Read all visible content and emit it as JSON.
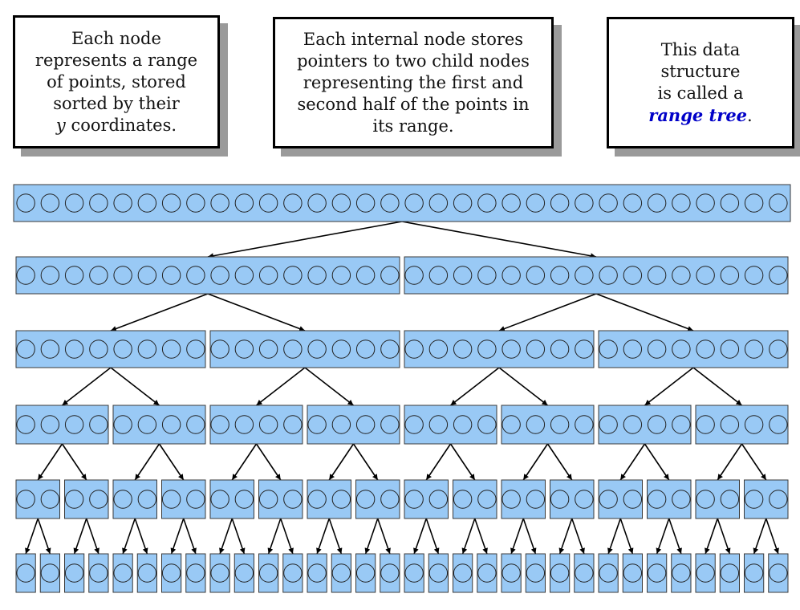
{
  "callouts": [
    {
      "text": "Each node\nrepresents a range\nof points, stored\nsorted by their\n",
      "italic_word": "y",
      "after": " coordinates."
    },
    {
      "text": "Each internal node stores\npointers to two child nodes\nrepresenting the first and\nsecond half of the points in\nits range."
    },
    {
      "text": "This data\nstructure\nis called a\n",
      "emphasis": "range tree",
      "after": "."
    }
  ],
  "tree": {
    "points": 32,
    "levels": 6
  },
  "colors": {
    "node_fill": "#99c9f5",
    "node_stroke": "#3a3a3a",
    "point_fill": "#99c9f5",
    "arrow": "#000000"
  }
}
